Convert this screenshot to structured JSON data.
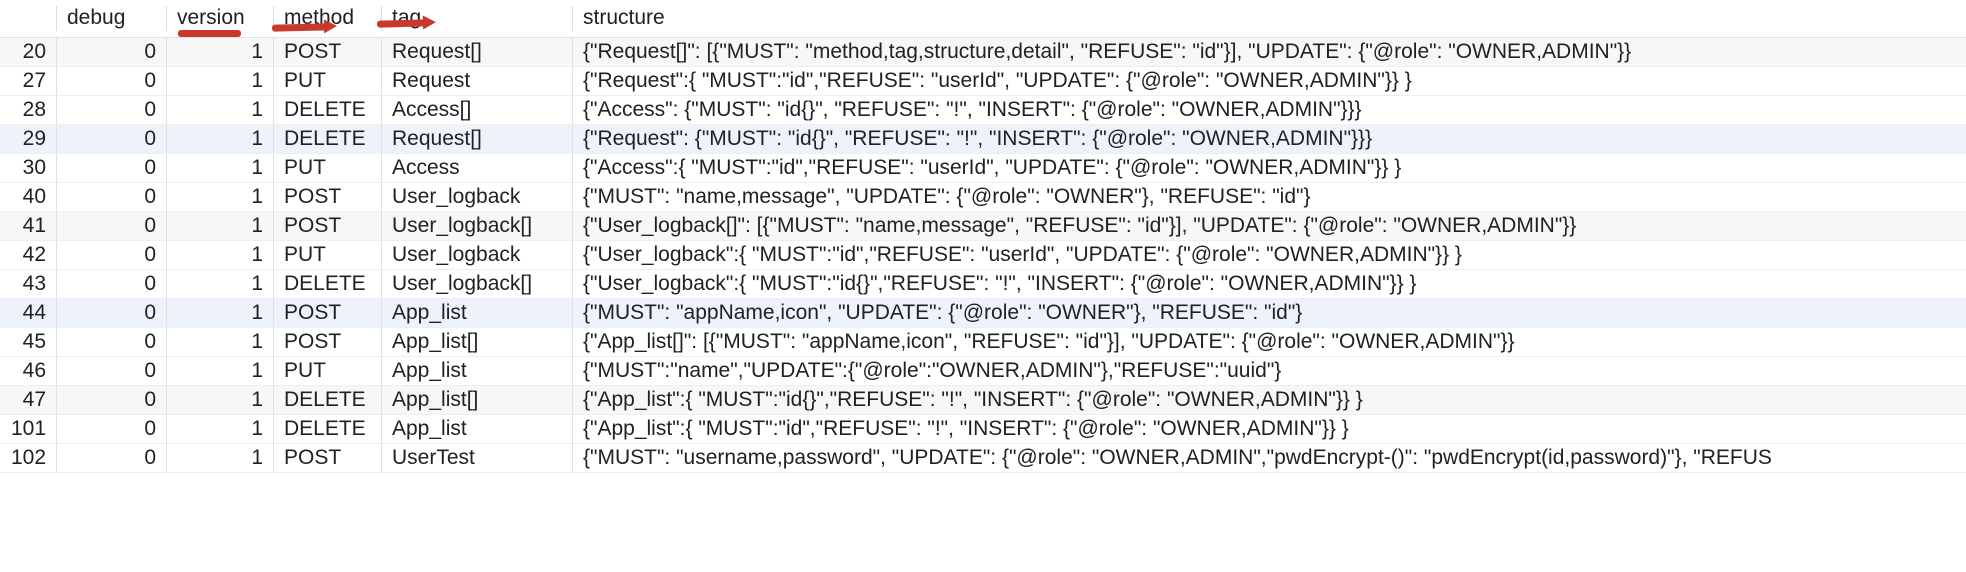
{
  "table": {
    "columns": [
      {
        "key": "id",
        "label": "",
        "align": "right"
      },
      {
        "key": "debug",
        "label": "debug",
        "align": "right"
      },
      {
        "key": "version",
        "label": "version",
        "align": "right"
      },
      {
        "key": "method",
        "label": "method",
        "align": "left"
      },
      {
        "key": "tag",
        "label": "tag",
        "align": "left"
      },
      {
        "key": "structure",
        "label": "structure",
        "align": "left"
      }
    ],
    "rows": [
      {
        "id": "20",
        "debug": "0",
        "version": "1",
        "method": "POST",
        "tag": "Request[]",
        "structure": "{\"Request[]\": [{\"MUST\": \"method,tag,structure,detail\", \"REFUSE\": \"id\"}], \"UPDATE\": {\"@role\": \"OWNER,ADMIN\"}}",
        "style": "stripe"
      },
      {
        "id": "27",
        "debug": "0",
        "version": "1",
        "method": "PUT",
        "tag": "Request",
        "structure": "{\"Request\":{ \"MUST\":\"id\",\"REFUSE\": \"userId\", \"UPDATE\": {\"@role\": \"OWNER,ADMIN\"}} }",
        "style": "plain"
      },
      {
        "id": "28",
        "debug": "0",
        "version": "1",
        "method": "DELETE",
        "tag": "Access[]",
        "structure": "{\"Access\": {\"MUST\": \"id{}\", \"REFUSE\": \"!\", \"INSERT\": {\"@role\": \"OWNER,ADMIN\"}}}",
        "style": "plain"
      },
      {
        "id": "29",
        "debug": "0",
        "version": "1",
        "method": "DELETE",
        "tag": "Request[]",
        "structure": "{\"Request\": {\"MUST\": \"id{}\", \"REFUSE\": \"!\", \"INSERT\": {\"@role\": \"OWNER,ADMIN\"}}}",
        "style": "selected"
      },
      {
        "id": "30",
        "debug": "0",
        "version": "1",
        "method": "PUT",
        "tag": "Access",
        "structure": "{\"Access\":{ \"MUST\":\"id\",\"REFUSE\": \"userId\", \"UPDATE\": {\"@role\": \"OWNER,ADMIN\"}} }",
        "style": "plain"
      },
      {
        "id": "40",
        "debug": "0",
        "version": "1",
        "method": "POST",
        "tag": "User_logback",
        "structure": "{\"MUST\": \"name,message\", \"UPDATE\": {\"@role\": \"OWNER\"}, \"REFUSE\": \"id\"}",
        "style": "plain"
      },
      {
        "id": "41",
        "debug": "0",
        "version": "1",
        "method": "POST",
        "tag": "User_logback[]",
        "structure": "{\"User_logback[]\": [{\"MUST\": \"name,message\", \"REFUSE\": \"id\"}], \"UPDATE\": {\"@role\": \"OWNER,ADMIN\"}}",
        "style": "stripe"
      },
      {
        "id": "42",
        "debug": "0",
        "version": "1",
        "method": "PUT",
        "tag": "User_logback",
        "structure": "{\"User_logback\":{ \"MUST\":\"id\",\"REFUSE\": \"userId\", \"UPDATE\": {\"@role\": \"OWNER,ADMIN\"}} }",
        "style": "plain"
      },
      {
        "id": "43",
        "debug": "0",
        "version": "1",
        "method": "DELETE",
        "tag": "User_logback[]",
        "structure": "{\"User_logback\":{ \"MUST\":\"id{}\",\"REFUSE\": \"!\", \"INSERT\": {\"@role\": \"OWNER,ADMIN\"}} }",
        "style": "plain"
      },
      {
        "id": "44",
        "debug": "0",
        "version": "1",
        "method": "POST",
        "tag": "App_list",
        "structure": "{\"MUST\": \"appName,icon\", \"UPDATE\": {\"@role\": \"OWNER\"}, \"REFUSE\": \"id\"}",
        "style": "selected"
      },
      {
        "id": "45",
        "debug": "0",
        "version": "1",
        "method": "POST",
        "tag": "App_list[]",
        "structure": "{\"App_list[]\": [{\"MUST\": \"appName,icon\", \"REFUSE\": \"id\"}], \"UPDATE\": {\"@role\": \"OWNER,ADMIN\"}}",
        "style": "plain"
      },
      {
        "id": "46",
        "debug": "0",
        "version": "1",
        "method": "PUT",
        "tag": "App_list",
        "structure": "{\"MUST\":\"name\",\"UPDATE\":{\"@role\":\"OWNER,ADMIN\"},\"REFUSE\":\"uuid\"}",
        "style": "plain"
      },
      {
        "id": "47",
        "debug": "0",
        "version": "1",
        "method": "DELETE",
        "tag": "App_list[]",
        "structure": "{\"App_list\":{ \"MUST\":\"id{}\",\"REFUSE\": \"!\", \"INSERT\": {\"@role\": \"OWNER,ADMIN\"}} }",
        "style": "stripe"
      },
      {
        "id": "101",
        "debug": "0",
        "version": "1",
        "method": "DELETE",
        "tag": "App_list",
        "structure": "{\"App_list\":{ \"MUST\":\"id\",\"REFUSE\": \"!\", \"INSERT\": {\"@role\": \"OWNER,ADMIN\"}} }",
        "style": "plain"
      },
      {
        "id": "102",
        "debug": "0",
        "version": "1",
        "method": "POST",
        "tag": "UserTest",
        "structure": "{\"MUST\": \"username,password\", \"UPDATE\": {\"@role\": \"OWNER,ADMIN\",\"pwdEncrypt-()\": \"pwdEncrypt(id,password)\"}, \"REFUS",
        "style": "plain"
      }
    ]
  },
  "annotations": {
    "color": "#c8392b",
    "marks": [
      {
        "name": "version-underline",
        "target": "version"
      },
      {
        "name": "method-underline-arrow",
        "target": "method"
      },
      {
        "name": "tag-underline-arrow",
        "target": "tag"
      }
    ]
  }
}
